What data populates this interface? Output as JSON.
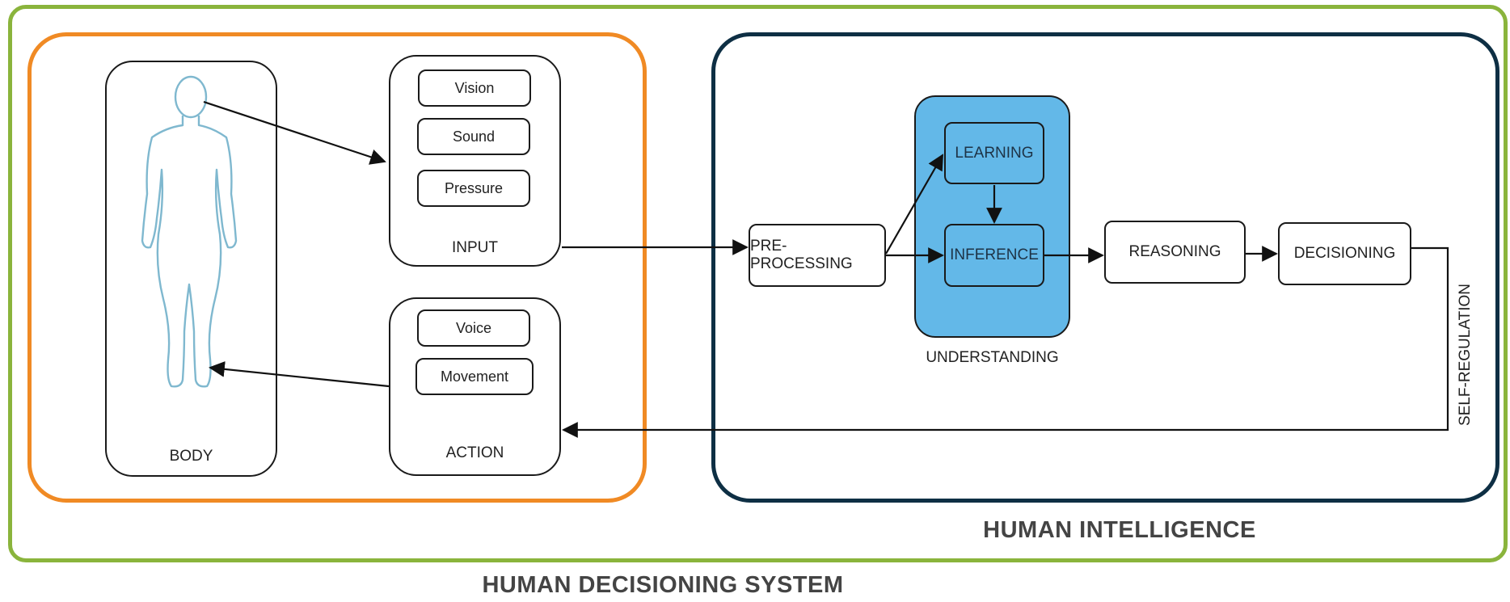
{
  "diagram": {
    "system_title": "HUMAN DECISIONING SYSTEM",
    "intelligence_title": "HUMAN INTELLIGENCE",
    "body": {
      "label": "BODY"
    },
    "input": {
      "label": "INPUT",
      "items": [
        "Vision",
        "Sound",
        "Pressure"
      ]
    },
    "action": {
      "label": "ACTION",
      "items": [
        "Voice",
        "Movement"
      ]
    },
    "stages": {
      "preprocessing": "PRE-PROCESSING",
      "learning": "LEARNING",
      "inference": "INFERENCE",
      "understanding": "UNDERSTANDING",
      "reasoning": "REASONING",
      "decisioning": "DECISIONING",
      "self_regulation": "SELF-REGULATION"
    },
    "colors": {
      "system_border": "#8ab43c",
      "body_group_border": "#f08a24",
      "intelligence_border": "#0e2f44",
      "understanding_fill": "#63b8e8",
      "figure_outline": "#7fb8cf"
    }
  }
}
